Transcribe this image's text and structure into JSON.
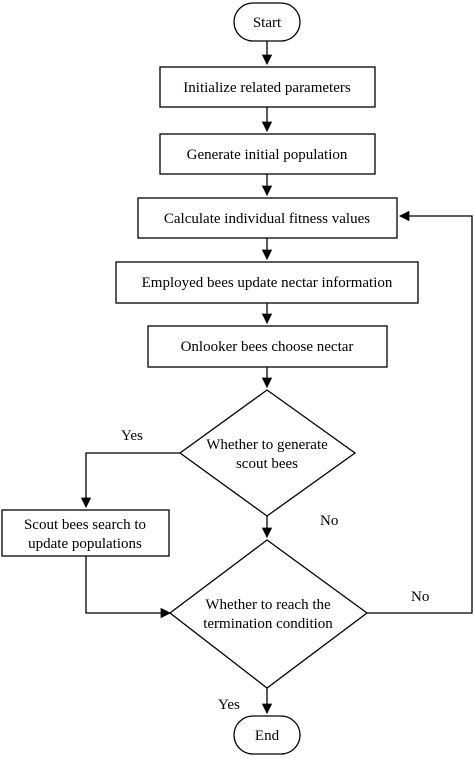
{
  "flowchart": {
    "start": "Start",
    "init_params": "Initialize related parameters",
    "gen_population": "Generate initial population",
    "calc_fitness": "Calculate individual fitness values",
    "employed_bees": "Employed bees update nectar information",
    "onlooker_bees": "Onlooker bees choose nectar",
    "decision_scout_line1": "Whether to generate",
    "decision_scout_line2": "scout bees",
    "scout_search_line1": "Scout bees search to",
    "scout_search_line2": "update populations",
    "decision_term_line1": "Whether to reach the",
    "decision_term_line2": "termination condition",
    "end": "End",
    "label_yes_scout": "Yes",
    "label_no_scout": "No",
    "label_no_term": "No",
    "label_yes_term": "Yes"
  }
}
